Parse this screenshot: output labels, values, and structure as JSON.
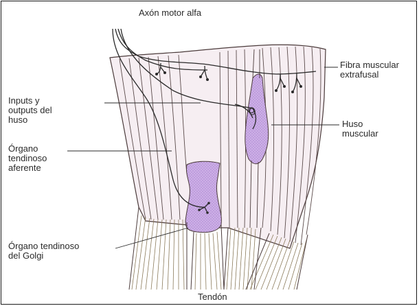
{
  "labels": {
    "alpha_axon": "Axón motor alfa",
    "extrafusal_fiber": "Fibra muscular\nextrafusal",
    "spindle_io": "Inputs y\noutputs del\nhuso",
    "spindle": "Huso\nmuscular",
    "tendon_afferent": "Órgano\ntendinoso\naferente",
    "golgi_organ": "Órgano tendinoso\ndel Golgi",
    "tendon": "Tendón"
  },
  "colors": {
    "fiber_fill": "#f6eef2",
    "fiber_line": "#4a3a3a",
    "spindle_fill": "#cdb0e6",
    "spindle_dot": "#b48ed6",
    "nerve": "#2a2a2a",
    "tendon_line": "#8a7a5a"
  }
}
